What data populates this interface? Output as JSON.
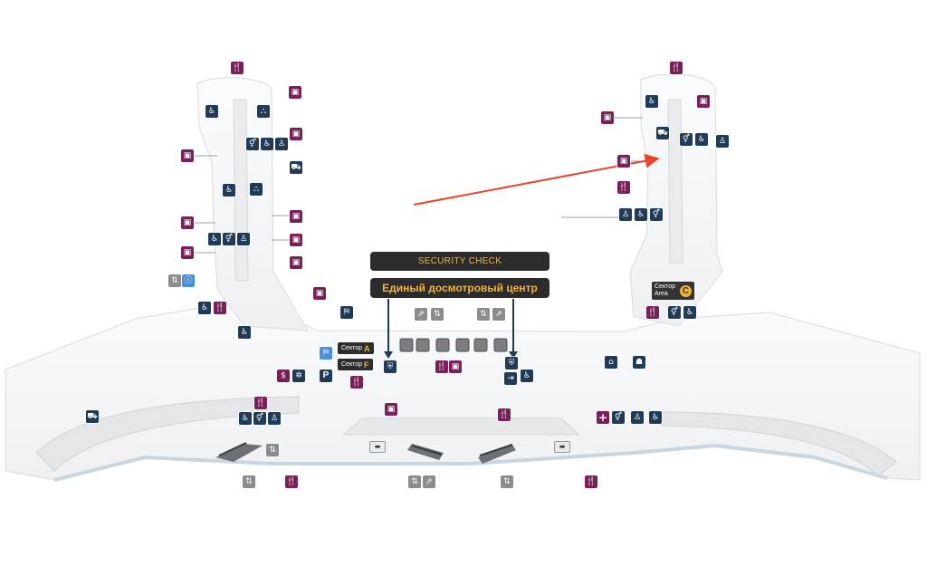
{
  "banners": {
    "security_en": "SECURITY CHECK",
    "security_ru": "Единый досмотровый центр"
  },
  "sectors": {
    "a_label": "Сектор",
    "a_letter": "A",
    "f_label": "Сектор",
    "f_letter": "F",
    "c_label": "Сектор",
    "c_sub": "Area",
    "c_letter": "C"
  },
  "parking_label": "P",
  "colors": {
    "food_shop": "#7b1f5a",
    "service": "#1f3b57",
    "elevator": "#8c8c8c",
    "banner_bg": "#2c2c2c",
    "banner_text": "#f0b23a",
    "arrow": "#e8452c",
    "floor": "#f4f5f6",
    "guide_line": "#1f3b57"
  },
  "icons": [
    "restaurant-icon",
    "shop-icon",
    "restroom-icon",
    "accessible-icon",
    "family-icon",
    "baggage-icon",
    "elevator-icon",
    "escalator-icon",
    "information-icon",
    "passport-control-icon",
    "medical-icon",
    "currency-exchange-icon",
    "parking-icon"
  ]
}
